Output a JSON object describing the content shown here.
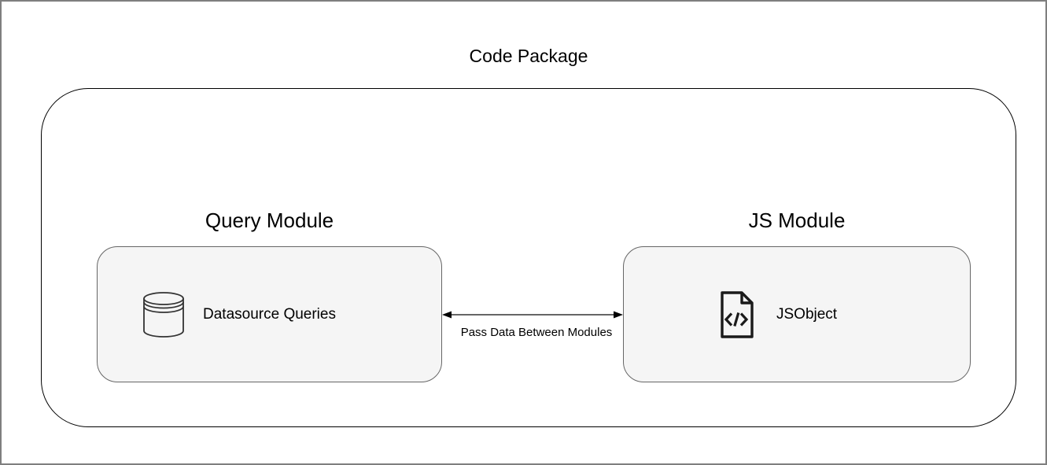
{
  "title": "Code Package",
  "modules": [
    {
      "label": "Query Module",
      "node": {
        "label": "Datasource Queries",
        "icon": "database-icon"
      }
    },
    {
      "label": "JS Module",
      "node": {
        "label": "JSObject",
        "icon": "code-file-icon"
      }
    }
  ],
  "connection": {
    "label": "Pass Data Between Modules",
    "type": "bidirectional-arrow"
  },
  "colors": {
    "node_fill": "#f5f5f5",
    "node_stroke": "#666666",
    "container_stroke": "#000000",
    "arrow": "#333333",
    "icon_stroke": "#1a1a1a",
    "frame_border": "#7f7f7f"
  }
}
